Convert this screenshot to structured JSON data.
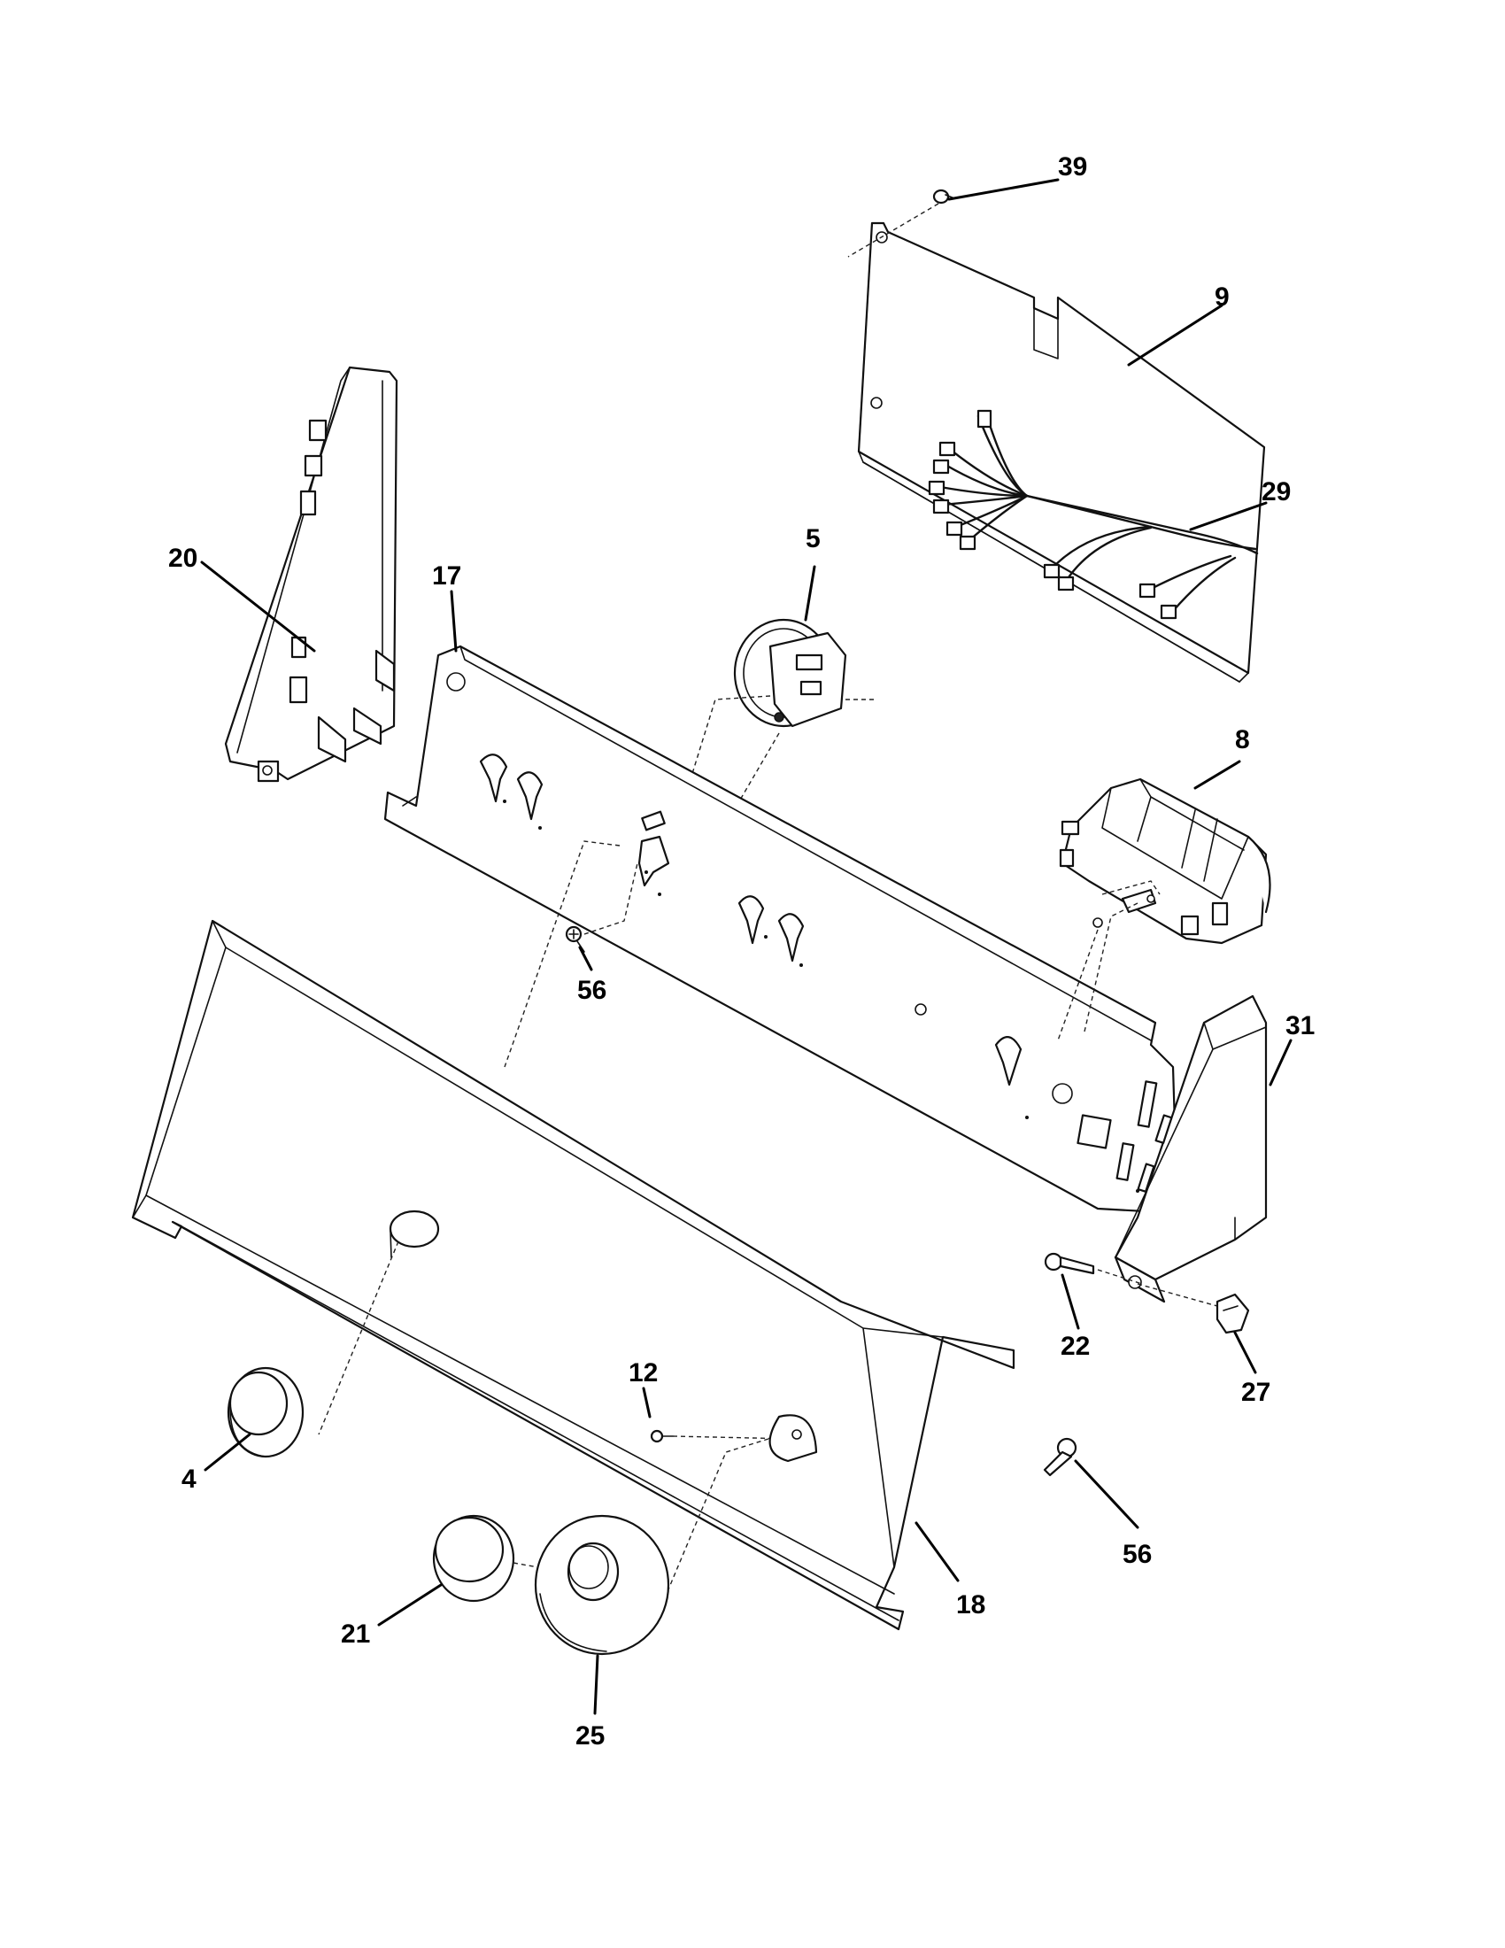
{
  "callouts": [
    {
      "id": "39",
      "label": "39"
    },
    {
      "id": "9",
      "label": "9"
    },
    {
      "id": "29",
      "label": "29"
    },
    {
      "id": "5",
      "label": "5"
    },
    {
      "id": "20",
      "label": "20"
    },
    {
      "id": "17",
      "label": "17"
    },
    {
      "id": "8",
      "label": "8"
    },
    {
      "id": "56a",
      "label": "56"
    },
    {
      "id": "31",
      "label": "31"
    },
    {
      "id": "22",
      "label": "22"
    },
    {
      "id": "27",
      "label": "27"
    },
    {
      "id": "12",
      "label": "12"
    },
    {
      "id": "4",
      "label": "4"
    },
    {
      "id": "56b",
      "label": "56"
    },
    {
      "id": "18",
      "label": "18"
    },
    {
      "id": "21",
      "label": "21"
    },
    {
      "id": "25",
      "label": "25"
    }
  ]
}
